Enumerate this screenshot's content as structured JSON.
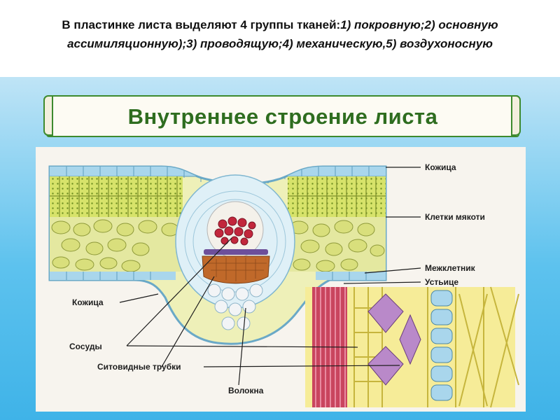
{
  "caption": {
    "lead": "В пластинке листа выделяют 4 группы тканей:",
    "rest": "1) покровную;2) основную ассимиляционную);3) проводящую;4) механическую,5) воздухоносную"
  },
  "scroll": {
    "title": "Внутреннее строение листа"
  },
  "labels": {
    "kozhitsa_top": "Кожица",
    "kletki_myakoti": "Клетки мякоти",
    "mezhkletnik": "Межклетник",
    "ustitse": "Устьице",
    "kozhitsa_bottom": "Кожица",
    "sosudy": "Сосуды",
    "sitovidnye": "Ситовидные трубки",
    "volokna": "Волокна"
  },
  "colors": {
    "background_top": "#bfe4f6",
    "background_bottom": "#3fb3e8",
    "scroll_border": "#3d8a2e",
    "title_text": "#2e6d1f",
    "epidermis": "#a9d6ec",
    "palisade": "#d7e36a",
    "spongy": "#e4e8a0",
    "xylem": "#c2273c",
    "phloem": "#c0692a",
    "fiber_bands": "#c9455e",
    "mesh": "#e9dc5a"
  }
}
